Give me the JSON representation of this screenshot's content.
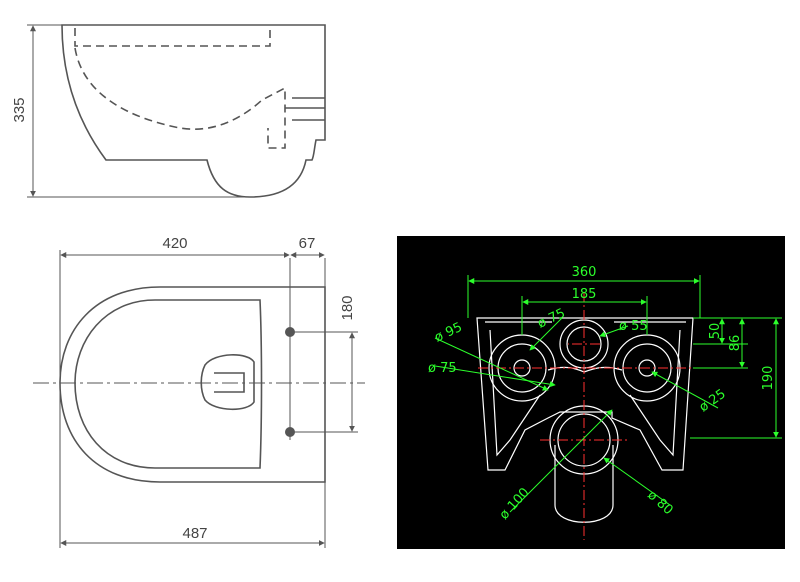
{
  "side_view": {
    "height_label": "335"
  },
  "top_view": {
    "width_label": "420",
    "offset_label": "67",
    "spacing_label": "180",
    "total_label": "487"
  },
  "cad_view": {
    "width_outer": "360",
    "width_inner": "185",
    "dia_95": "ø 95",
    "dia_75_top": "ø 75",
    "dia_55": "ø 55",
    "dia_75_left": "ø 75",
    "dia_25": "ø 25",
    "dia_100": "ø 100",
    "dia_80": "ø 80",
    "h_50": "50",
    "h_86": "86",
    "h_190": "190"
  },
  "colors": {
    "line": "#555555",
    "cad_bg": "#000000",
    "cad_green": "#2cff2c",
    "cad_white": "#ffffff",
    "cad_red": "#ff3030"
  }
}
